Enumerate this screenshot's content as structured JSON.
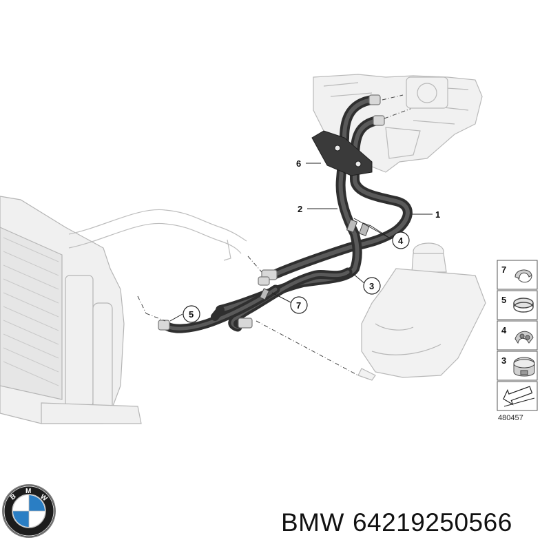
{
  "callouts": {
    "c1": "1",
    "c2": "2",
    "c3": "3",
    "c4": "4",
    "c5": "5",
    "c6": "6",
    "c7": "7"
  },
  "legend": {
    "items": [
      "7",
      "5",
      "4",
      "3"
    ],
    "ref_number": "480457"
  },
  "logo": {
    "brand_letters": "BMW"
  },
  "caption": {
    "brand": "BMW",
    "part_number": "64219250566"
  },
  "colors": {
    "hose": "#3a3a3a",
    "ghost_part": "#dcdcdc",
    "bmw_blue": "#2a7ec4"
  }
}
